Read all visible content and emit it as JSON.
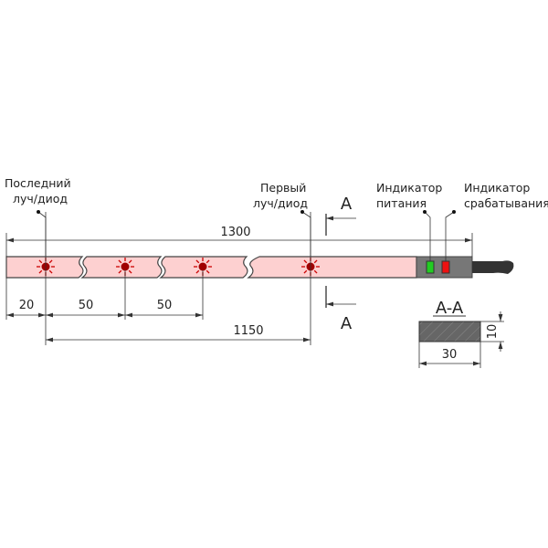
{
  "labels": {
    "last_beam": [
      "Последний",
      "луч/диод"
    ],
    "first_beam": [
      "Первый",
      "луч/диод"
    ],
    "power_indicator": [
      "Индикатор",
      "питания"
    ],
    "trigger_indicator": [
      "Индикатор",
      "срабатывания"
    ]
  },
  "dimensions": {
    "total_length": "1300",
    "edge_offset": "20",
    "pitch_1": "50",
    "pitch_2": "50",
    "beam_span": "1150",
    "section_width": "30",
    "section_height": "10"
  },
  "section": {
    "marker": "A",
    "title": "A-A"
  },
  "colors": {
    "strip": "#fdd0d0",
    "diode": "#a00000",
    "housing": "#777777",
    "power_led": "#22cc22",
    "trigger_led": "#ee1111"
  }
}
